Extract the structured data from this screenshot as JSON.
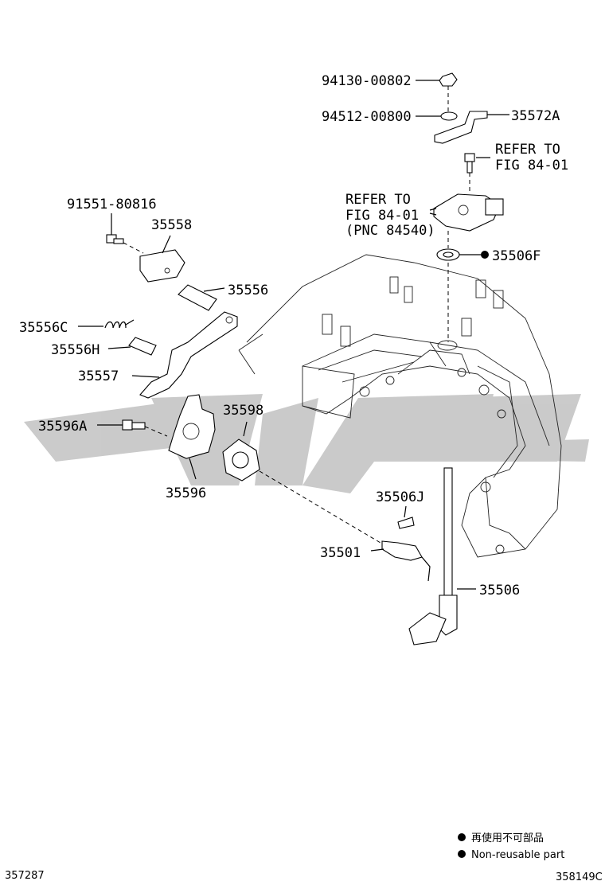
{
  "parts": {
    "p94130": "94130-00802",
    "p94512": "94512-00800",
    "p35572A": "35572A",
    "refer1_l1": "REFER TO",
    "refer1_l2": "FIG 84-01",
    "refer2_l1": "REFER TO",
    "refer2_l2": "FIG 84-01",
    "refer2_l3": "(PNC 84540)",
    "p35506F": "35506F",
    "p91551": "91551-80816",
    "p35558": "35558",
    "p35556": "35556",
    "p35556C": "35556C",
    "p35556H": "35556H",
    "p35557": "35557",
    "p35596A": "35596A",
    "p35598": "35598",
    "p35596": "35596",
    "p35506J": "35506J",
    "p35501": "35501",
    "p35506": "35506"
  },
  "legend": {
    "line1": "再使用不可部品",
    "line2": "Non-reusable part"
  },
  "footer": {
    "left_code": "357287",
    "right_code": "358149C"
  },
  "watermark_color": "#c8c8c8",
  "marker_icon": "filled-circle"
}
